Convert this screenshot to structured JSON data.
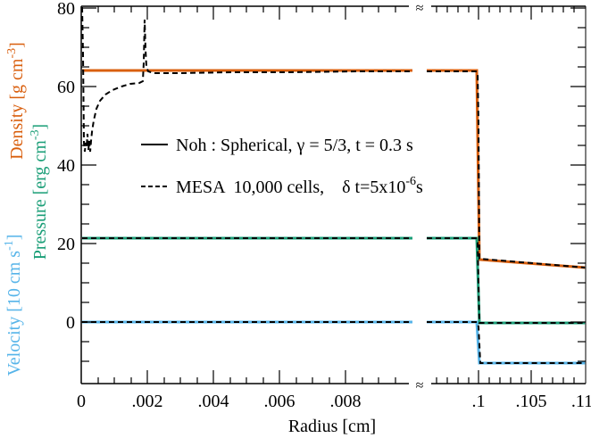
{
  "chart_data": {
    "type": "line",
    "title": "",
    "xlabel": "Radius [cm]",
    "ylabels": [
      {
        "text": "Density [g cm",
        "sup": "-3",
        "close": "]",
        "color": "#d95f0e"
      },
      {
        "text": "Pressure [erg cm",
        "sup": "-3",
        "close": "]",
        "color": "#1a9e77"
      },
      {
        "text": "Velocity [10 cm s",
        "sup": "-1",
        "close": "]",
        "color": "#56b4e9"
      }
    ],
    "ylim": [
      -15,
      80
    ],
    "yticks": [
      "0",
      "20",
      "40",
      "60",
      "80"
    ],
    "x_broken_axis": true,
    "x_segments": [
      {
        "xlim": [
          0,
          0.0101
        ],
        "ticks": [
          "0",
          ".002",
          ".004",
          ".006",
          ".008"
        ]
      },
      {
        "xlim": [
          0.0985,
          0.11
        ],
        "ticks": [
          ".1",
          ".105",
          ".11"
        ]
      }
    ],
    "break_symbol": "≈",
    "legend": {
      "position": "center",
      "entries": [
        {
          "style": "solid",
          "text": "Noh : Spherical, γ = 5/3, t = 0.3 s"
        },
        {
          "style": "dashed",
          "text_pre": "MESA  10,000 cells,    δ t=5x10",
          "sup": "-6",
          "text_post": "s"
        }
      ]
    },
    "series": [
      {
        "name": "Density (Noh analytic)",
        "color": "#d95f0e",
        "style": "solid",
        "x": [
          0,
          0.01,
          0.1,
          0.1,
          0.11
        ],
        "values": [
          64,
          64,
          64,
          16,
          14
        ]
      },
      {
        "name": "Pressure (Noh analytic)",
        "color": "#1a9e77",
        "style": "solid",
        "x": [
          0,
          0.01,
          0.1,
          0.1,
          0.11
        ],
        "values": [
          21.3,
          21.3,
          21.3,
          0,
          0
        ]
      },
      {
        "name": "Velocity (Noh analytic)",
        "color": "#56b4e9",
        "style": "solid",
        "x": [
          0,
          0.01,
          0.1,
          0.1,
          0.11
        ],
        "values": [
          0,
          0,
          0,
          -10.5,
          -10.5
        ]
      },
      {
        "name": "Density (MESA)",
        "color": "#000000",
        "style": "dashed",
        "x": [
          0,
          5e-05,
          0.0001,
          0.0002,
          0.0003,
          0.0004,
          0.0006,
          0.0008,
          0.0012,
          0.0016,
          0.002,
          0.0023,
          0.0024,
          0.0025,
          0.0027,
          0.004,
          0.006,
          0.008,
          0.01,
          0.1,
          0.1005,
          0.11
        ],
        "values": [
          80,
          45,
          46,
          44,
          46,
          45,
          50,
          53,
          56,
          58.5,
          60,
          61,
          76,
          63,
          62.8,
          63,
          63.2,
          63.5,
          63.5,
          63.5,
          16,
          14
        ]
      },
      {
        "name": "Pressure (MESA)",
        "color": "#000000",
        "style": "dashed",
        "x": [
          0,
          0.01,
          0.1,
          0.1005,
          0.11
        ],
        "values": [
          21.3,
          21.3,
          21.3,
          0,
          0
        ]
      },
      {
        "name": "Velocity (MESA)",
        "color": "#000000",
        "style": "dashed",
        "x": [
          0,
          0.01,
          0.1,
          0.1005,
          0.11
        ],
        "values": [
          0,
          0,
          0,
          -10.5,
          -10.5
        ]
      }
    ]
  }
}
